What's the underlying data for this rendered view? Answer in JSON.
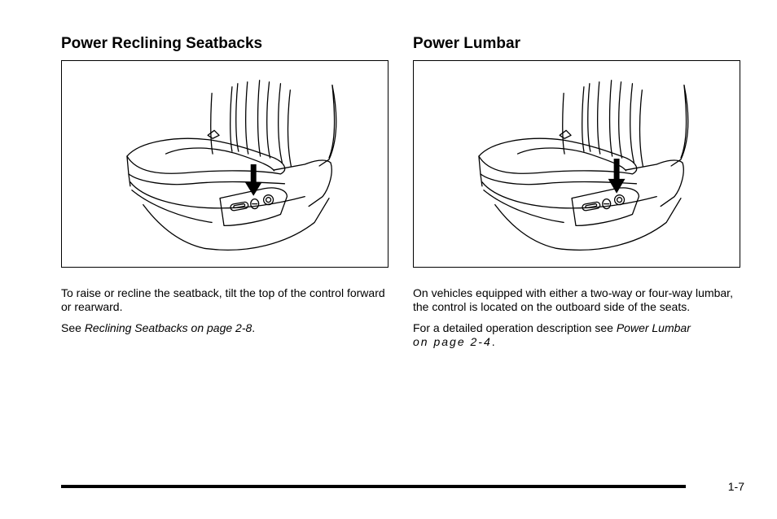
{
  "left_section": {
    "title": "Power Reclining Seatbacks",
    "paragraph1": "To raise or recline the seatback, tilt the top of the control forward or rearward.",
    "see_prefix": "See ",
    "see_link": "Reclining Seatbacks on page 2-8",
    "see_suffix": "."
  },
  "right_section": {
    "title": "Power Lumbar",
    "paragraph1": "On vehicles equipped with either a two-way or four-way lumbar, the control is located on the outboard side of the seats.",
    "paragraph2_prefix": "For a detailed operation description see ",
    "paragraph2_link_part1": "Power Lumbar",
    "paragraph2_link_part2": "on page 2-4",
    "paragraph2_suffix": "."
  },
  "footer": {
    "page_number": "1-7"
  }
}
